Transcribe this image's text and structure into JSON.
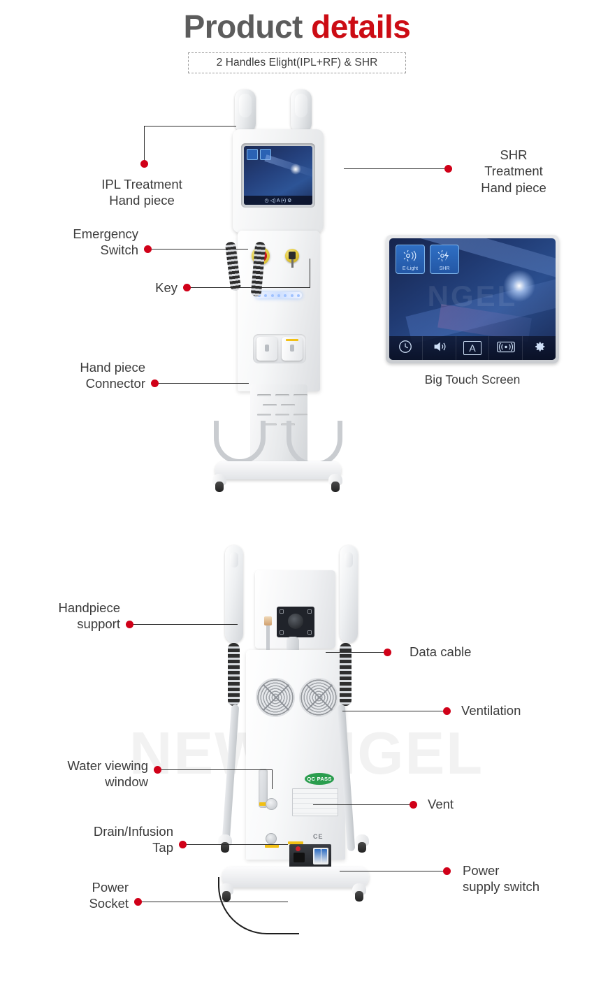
{
  "header": {
    "title_part1": "Product ",
    "title_part2": "details",
    "subtitle": "2 Handles Elight(IPL+RF) & SHR"
  },
  "colors": {
    "accent_red": "#cc0c14",
    "dot_red": "#d00018",
    "title_dark": "#5c5c5c",
    "label_text": "#3b3b3b",
    "leader_line": "#2b2b2b"
  },
  "watermark": {
    "bottom": "NEWANGEL",
    "screen": "NGEL"
  },
  "top_section": {
    "callouts": [
      {
        "id": "ipl-handpiece",
        "text": "IPL Treatment\nHand piece"
      },
      {
        "id": "emergency-switch",
        "text": "Emergency\nSwitch"
      },
      {
        "id": "key",
        "text": "Key"
      },
      {
        "id": "handpiece-connector",
        "text": "Hand piece\nConnector"
      },
      {
        "id": "shr-handpiece",
        "text": "SHR\nTreatment\nHand piece"
      }
    ]
  },
  "touch_screen": {
    "caption": "Big Touch Screen",
    "modes": [
      {
        "label": "E-Light",
        "icon": "light-pulse-icon"
      },
      {
        "label": "SHR",
        "icon": "lightning-icon"
      }
    ],
    "toolbar": [
      {
        "icon": "clock-icon",
        "label": ""
      },
      {
        "icon": "speaker-icon",
        "label": ""
      },
      {
        "icon": "letter-a-icon",
        "label": "A"
      },
      {
        "icon": "signal-icon",
        "label": ""
      },
      {
        "icon": "gear-icon",
        "label": ""
      }
    ]
  },
  "bottom_section": {
    "callouts": [
      {
        "id": "handpiece-support",
        "text": "Handpiece\nsupport"
      },
      {
        "id": "water-viewing-window",
        "text": "Water viewing\nwindow"
      },
      {
        "id": "drain-infusion-tap",
        "text": "Drain/Infusion\nTap"
      },
      {
        "id": "power-socket",
        "text": "Power\nSocket"
      },
      {
        "id": "data-cable",
        "text": "Data cable"
      },
      {
        "id": "ventilation",
        "text": "Ventilation"
      },
      {
        "id": "vent",
        "text": "Vent"
      },
      {
        "id": "power-supply-switch",
        "text": "Power\nsupply switch"
      }
    ],
    "machine_marks": {
      "qc_pass": "QC PASS",
      "ce_mark": "CE"
    }
  }
}
